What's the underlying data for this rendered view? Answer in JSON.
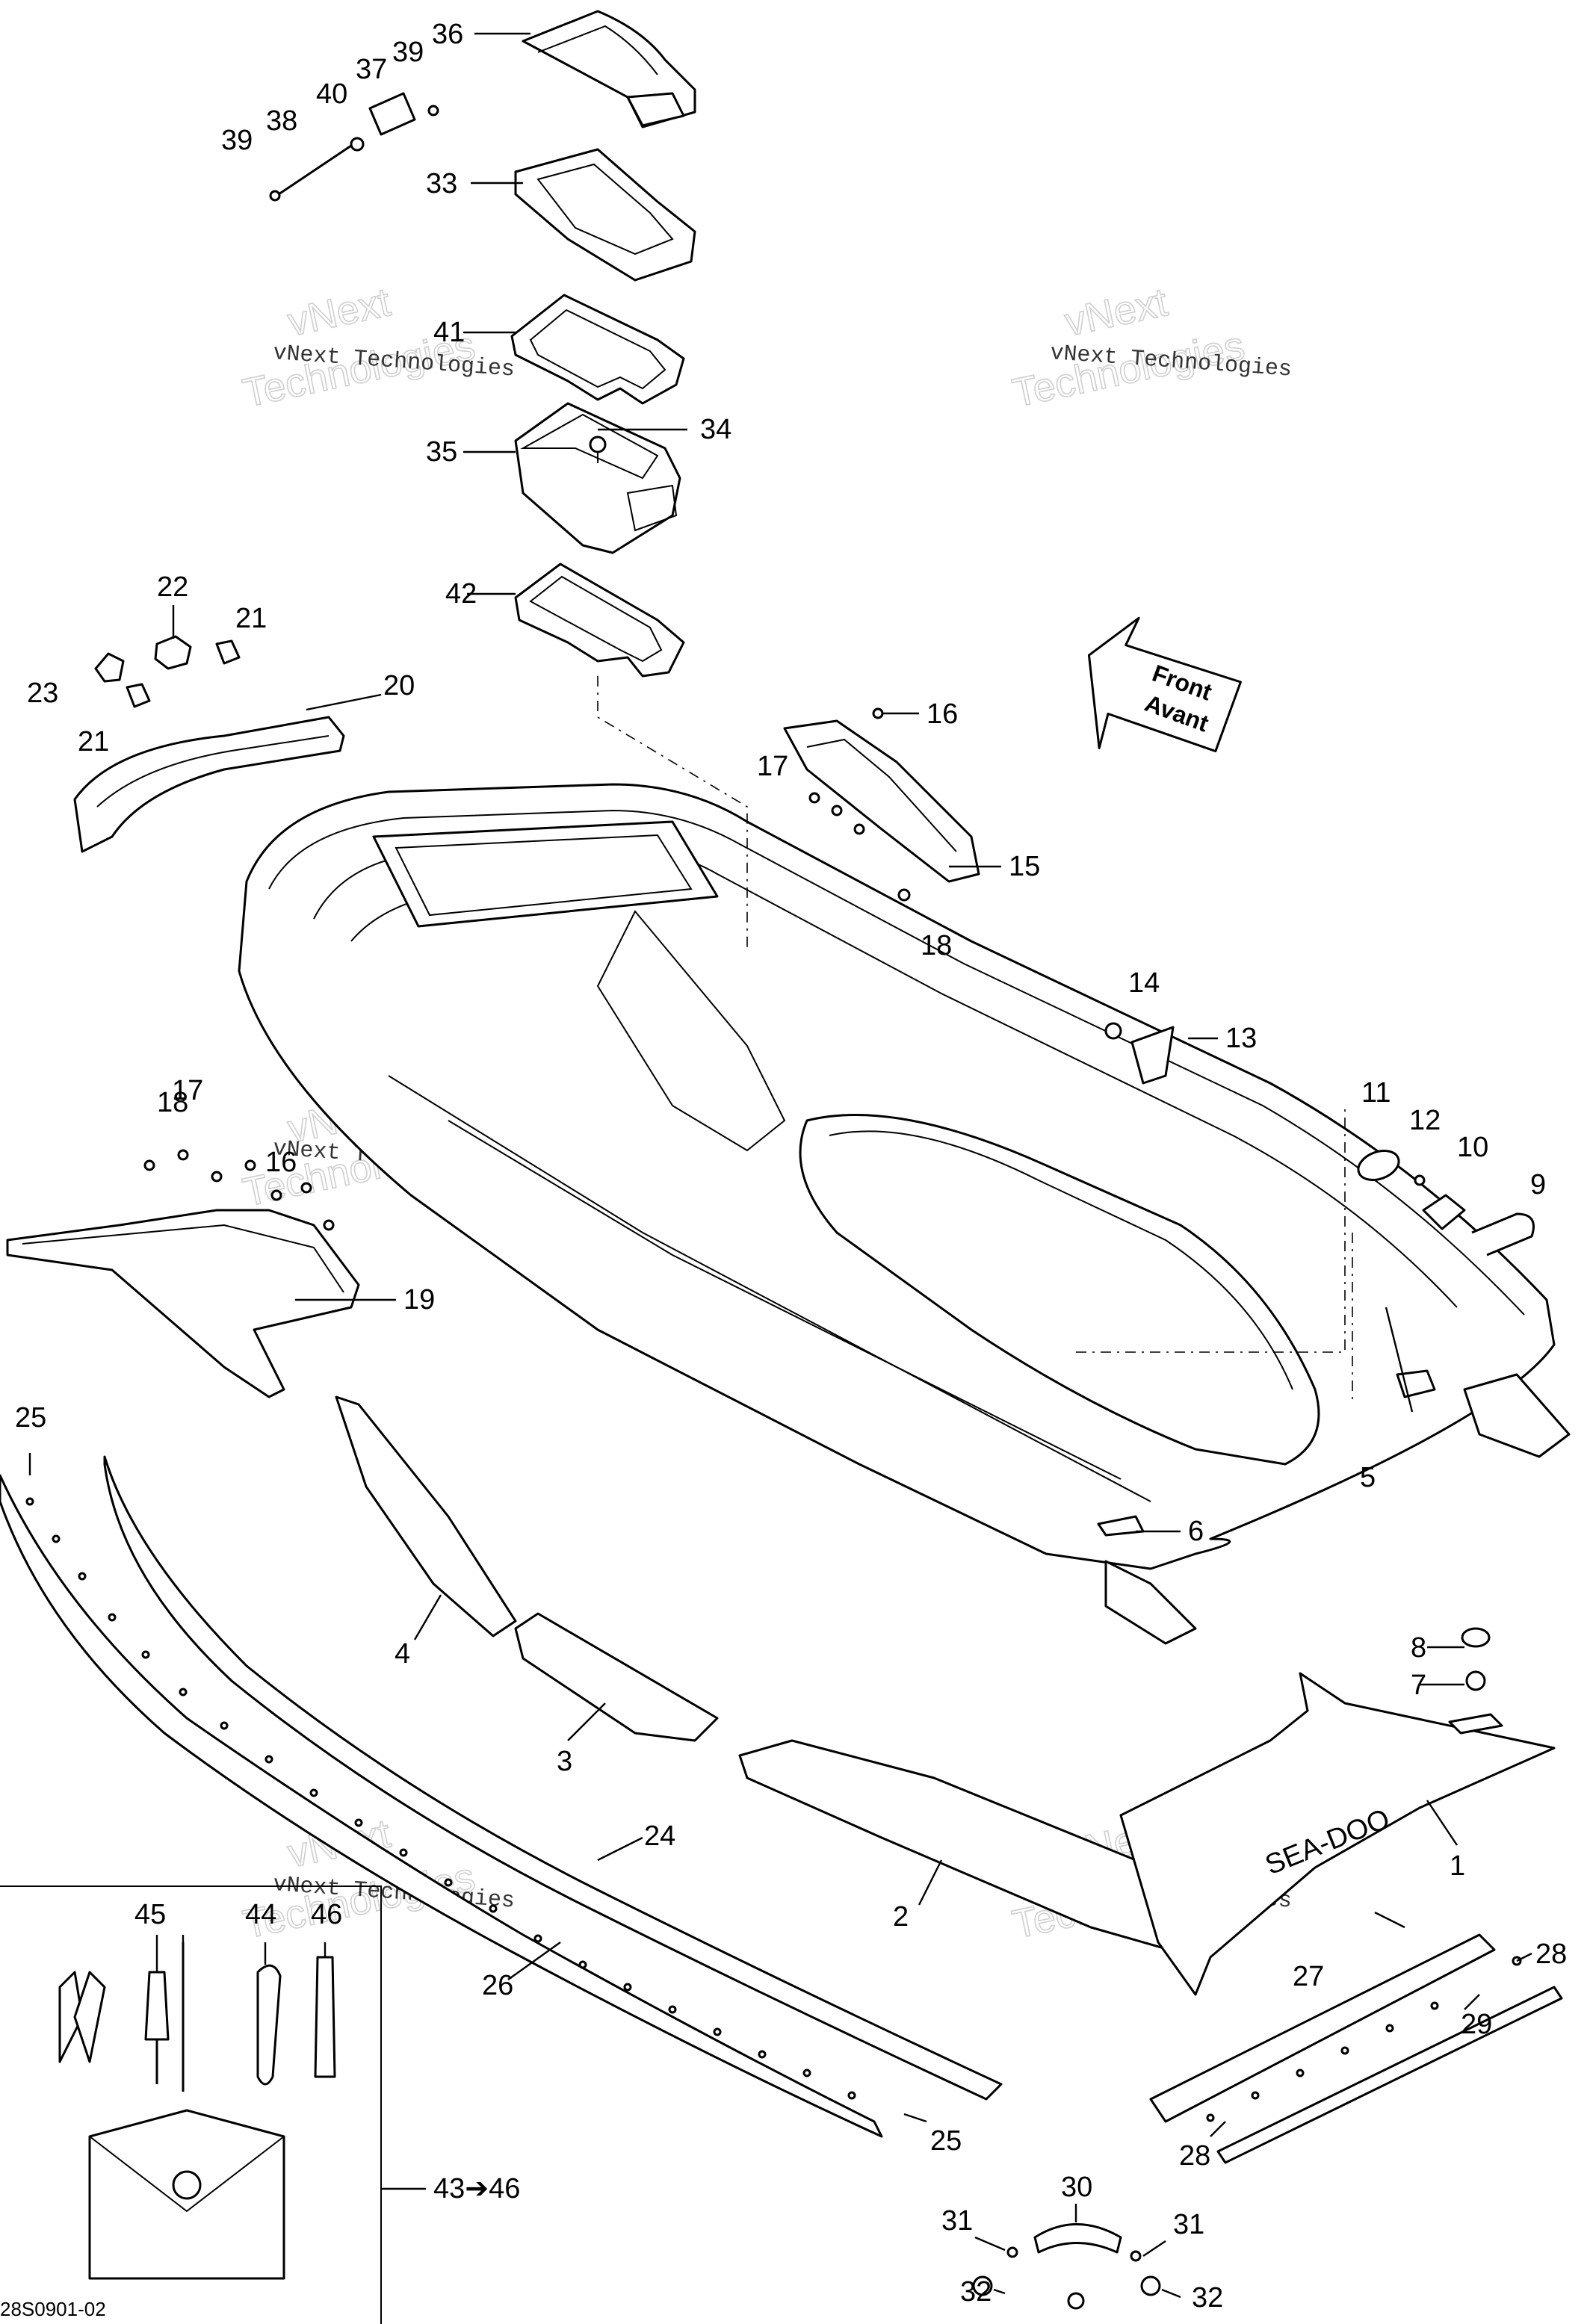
{
  "reference_code": "28S0901-02",
  "watermark": {
    "line1": "vNext Technologies",
    "big1": "vNext",
    "big2": "Technologies"
  },
  "direction_arrow": {
    "line1": "Front",
    "line2": "Avant"
  },
  "tool_range_label": "43➔46",
  "brand_decal_text": "SEA-DOO",
  "callouts": {
    "c1": "1",
    "c2": "2",
    "c3": "3",
    "c4": "4",
    "c5": "5",
    "c6": "6",
    "c7": "7",
    "c8": "8",
    "c9": "9",
    "c10": "10",
    "c11": "11",
    "c12": "12",
    "c13": "13",
    "c14": "14",
    "c15": "15",
    "c16a": "16",
    "c16b": "16",
    "c17a": "17",
    "c17b": "17",
    "c18a": "18",
    "c18b": "18",
    "c19": "19",
    "c20": "20",
    "c21a": "21",
    "c21b": "21",
    "c22": "22",
    "c23": "23",
    "c24": "24",
    "c25a": "25",
    "c25b": "25",
    "c26": "26",
    "c27": "27",
    "c28a": "28",
    "c28b": "28",
    "c29": "29",
    "c30": "30",
    "c31a": "31",
    "c31b": "31",
    "c32a": "32",
    "c32b": "32",
    "c33": "33",
    "c34": "34",
    "c35": "35",
    "c36": "36",
    "c37": "37",
    "c38": "38",
    "c39a": "39",
    "c39b": "39",
    "c40": "40",
    "c41": "41",
    "c42": "42",
    "c44": "44",
    "c45": "45",
    "c46": "46"
  }
}
